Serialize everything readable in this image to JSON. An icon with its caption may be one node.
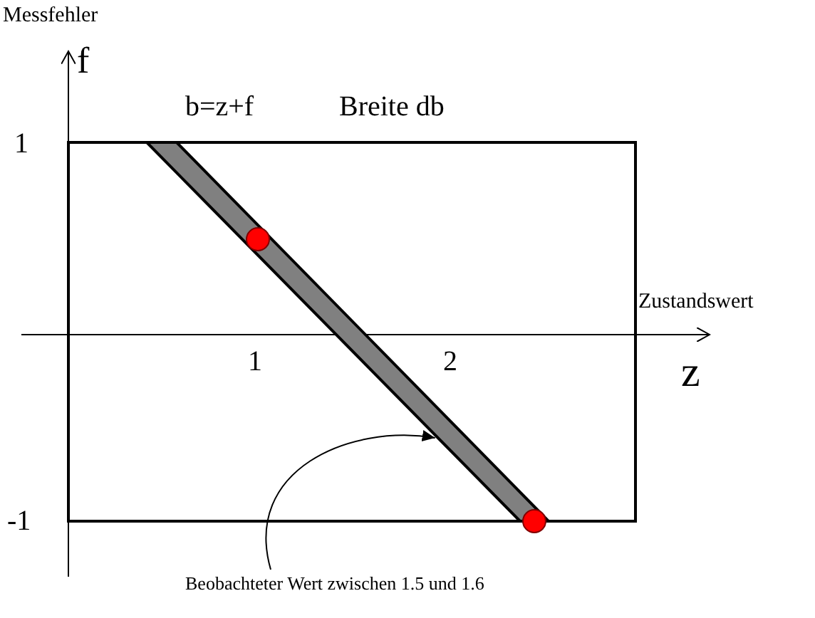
{
  "diagram": {
    "nodes": [
      {
        "text": [
          "Beobachteter Wert zwischen 1.5 und 1.6"
        ]
      },
      {
        "text": [],
        "shape": "bar"
      }
    ],
    "edges": [
      {
        "from": 0,
        "to": 1,
        "arrow": "to"
      }
    ],
    "labels": [
      "Messfehler",
      "f",
      "b=z+f",
      "Breite db",
      "1",
      "Zustandswert",
      "1",
      "2",
      "z",
      "-1"
    ]
  }
}
